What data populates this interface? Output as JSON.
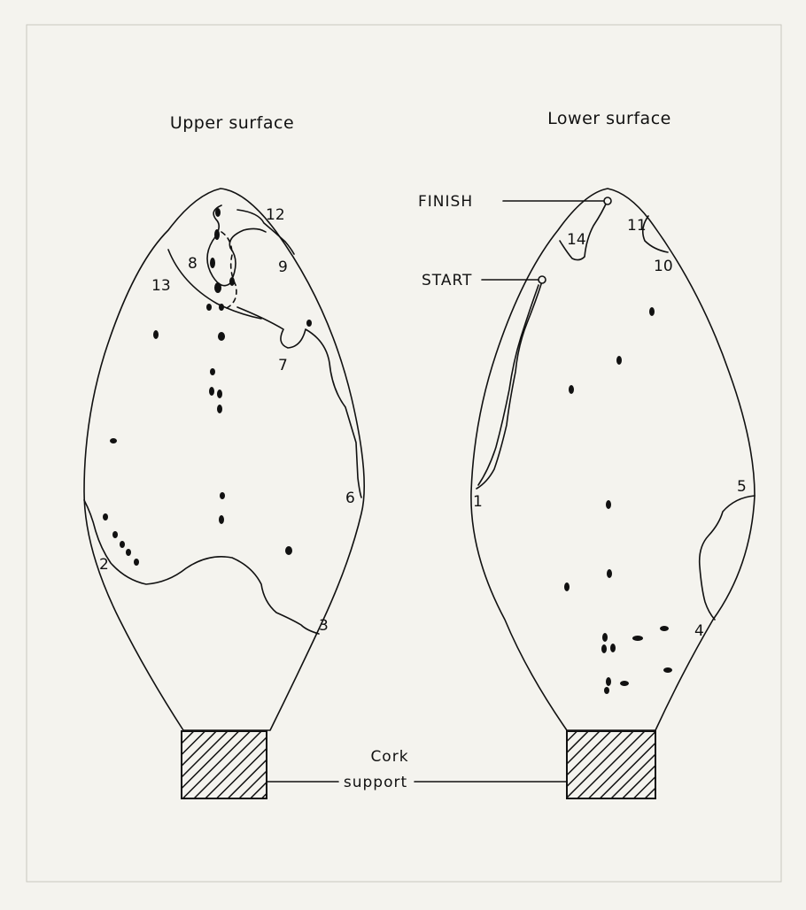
{
  "titles": {
    "upper": "Upper surface",
    "lower": "Lower surface"
  },
  "labels": {
    "finish": "FINISH",
    "start": "START",
    "cork_line1": "Cork",
    "cork_line2": "support"
  },
  "upper_numbers": [
    "12",
    "8",
    "9",
    "13",
    "7",
    "6",
    "2",
    "3"
  ],
  "lower_numbers": [
    "14",
    "11",
    "10",
    "1",
    "5",
    "4"
  ],
  "colors": {
    "ink": "#111111",
    "paper": "#f4f3ee"
  }
}
